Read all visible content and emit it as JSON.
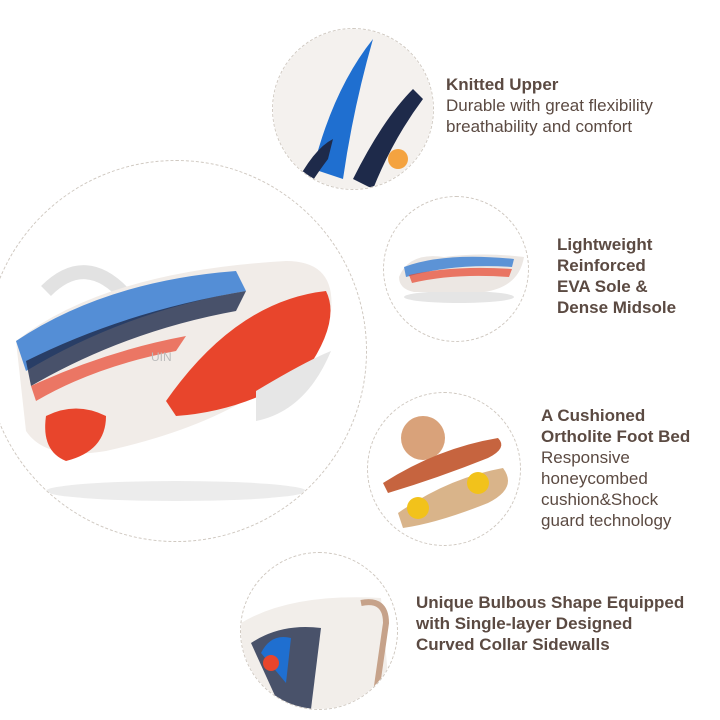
{
  "brand_mark": "UIN",
  "features": [
    {
      "title": "Knitted Upper",
      "desc_lines": [
        "Durable with great flexibility",
        "breathability and comfort"
      ]
    },
    {
      "title_lines": [
        "Lightweight",
        "Reinforced",
        "EVA Sole &",
        "Dense Midsole"
      ]
    },
    {
      "title_lines": [
        "A Cushioned",
        "Ortholite Foot Bed"
      ],
      "desc_lines": [
        "Responsive",
        "honeycombed",
        "cushion&Shock",
        "guard technology"
      ]
    },
    {
      "title_lines": [
        "Unique Bulbous Shape Equipped",
        "with Single-layer Designed",
        "Curved Collar Sidewalls"
      ]
    }
  ],
  "colors": {
    "text": "#5b4a42",
    "sole_red": "#e8452c",
    "accent_blue": "#1f6fd0",
    "navy": "#1e2a4a"
  }
}
